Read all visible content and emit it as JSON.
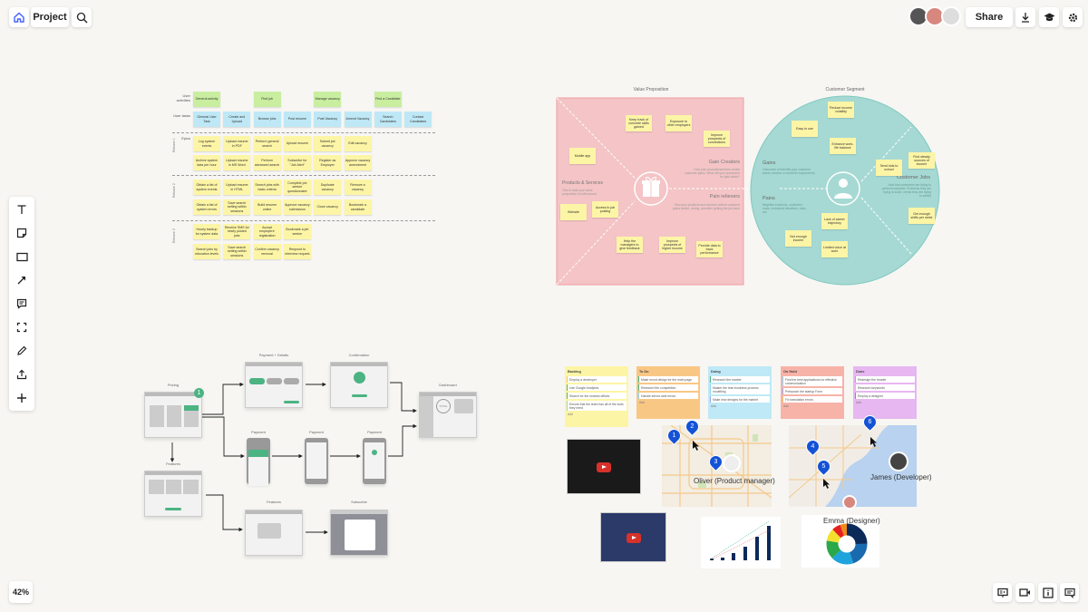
{
  "header": {
    "project_label": "Project",
    "share_label": "Share"
  },
  "zoom_level": "42%",
  "story_map": {
    "labels": {
      "activities": "User activities",
      "tasks": "User tasks",
      "epics": "Epics",
      "release1": "Release 1",
      "release2": "Release 2",
      "release3": "Release 3"
    },
    "activities": [
      "General activity",
      "Find job",
      "Manage vacancy",
      "Find a Candidate"
    ],
    "tasks": [
      "General User Task",
      "Create and Upload",
      "Browse jobs",
      "Post resume",
      "Post Vacancy",
      "Amend Vacancy",
      "Search Candidates",
      "Contact Candidates"
    ],
    "r1a": [
      "Log system events",
      "Upload resume in PDF",
      "Perform general search",
      "Upload resume",
      "Submit job vacancy",
      "Edit vacancy"
    ],
    "r1b": [
      "Archive system data per hour",
      "Upload resume in MS Word",
      "Perform advanced search",
      "Subscribe for \"Job Alert\"",
      "Register as Employer",
      "Approve vacancy amendment"
    ],
    "r2a": [
      "Obtain a list of system events",
      "Upload resume in HTML",
      "Search jobs with basic criteria",
      "Complete job seeker questionnaire",
      "Duplicate vacancy",
      "Remove a vacancy"
    ],
    "r2b": [
      "Obtain a list of system errors",
      "Save search setting within sessions",
      "Build resume online",
      "Approve vacancy submission",
      "Close vacancy",
      "Bookmark a candidate"
    ],
    "r3a": [
      "Hourly backup for system data",
      "Receive SMS for newly posted jobs",
      "Accept employers' registration",
      "Bookmark a job seeker"
    ],
    "r3b": [
      "Search jobs by education levels",
      "Save search setting within sessions",
      "Confirm vacancy removal",
      "Respond to interview request"
    ]
  },
  "value_prop": {
    "title": "Value Proposition",
    "gain_creators": "Gain Creators",
    "gain_creators_desc": "How your products/services create customer gains. What will your customers be glad about?",
    "pain_relievers": "Pain relievers",
    "pain_relievers_desc": "How your products and services relieve customer pains before, during, and after getting the job done",
    "products": "Products & Services",
    "products_desc": "This is what your value proposition is built around",
    "stickies": [
      "Keep track of concrete skills gained",
      "Exposure to other employers",
      "Improve prospects of connections",
      "Mobile app",
      "Website",
      "Access to job posting",
      "Help the managers to give feedback",
      "Improve prospects of higher income",
      "Provide data to track performance"
    ]
  },
  "customer_segment": {
    "title": "Customer Segment",
    "gains": "Gains",
    "gains_desc": "Outcomes of benefits your customer wants, desires or would be surprised by",
    "pains": "Pains",
    "pains_desc": "Negative emotions, undesired costs, undesired situations, risks, etc.",
    "jobs": "Customer Jobs",
    "jobs_desc": "Jobs that customers are trying to perform/complete. Problems they are trying to solve, needs they are trying to satisfy",
    "stickies": [
      "Reduce income volatility",
      "Easy to use",
      "Enhance work-life balance",
      "Send kids to school",
      "Find steady sources of income",
      "Get enough shifts per week",
      "Lack of career trajectory",
      "Not enough income",
      "Limited voice at work"
    ]
  },
  "kanban": {
    "add_label": "Add",
    "columns": [
      {
        "title": "Backlog",
        "color": "#fdf5a6",
        "cards": [
          "Employ a developer",
          "Use Google Analytics",
          "Search for the nearest offices",
          "Ensure that the team has all of the tools they need"
        ]
      },
      {
        "title": "To Do",
        "color": "#f9c784",
        "cards": [
          "Make mood design for the main page",
          "Research the competition",
          "Handle server-side errors"
        ]
      },
      {
        "title": "Doing",
        "color": "#bfe9f6",
        "cards": [
          "Research the market",
          "Master the lean business process modelling",
          "Make new designs for the market"
        ]
      },
      {
        "title": "On Hold",
        "color": "#f7b3a8",
        "cards": [
          "Find the best applications for effective communication",
          "Prelaunch the startup Form",
          "Fix translation errors"
        ]
      },
      {
        "title": "Done",
        "color": "#e6b7f0",
        "cards": [
          "Redesign the header",
          "Research keywords",
          "Employ a designer"
        ]
      }
    ]
  },
  "wireframes": {
    "pricing": "Pricing",
    "features_left": "Features",
    "payment_details": "Payment + Details",
    "confirmation": "Confirmation",
    "dashboard": "Dashboard",
    "payment1": "Payment",
    "payment2": "Payment",
    "payment3": "Payment",
    "features": "Features",
    "subscribe": "Subscribe",
    "badge": "1",
    "total": "TOTAL"
  },
  "collaborators": {
    "oliver": "Oliver (Product manager)",
    "james": "James (Developer)",
    "emma": "Emma (Designer)"
  },
  "pins": [
    "1",
    "2",
    "3",
    "4",
    "5",
    "6"
  ],
  "colors": {
    "accent": "#4262ff",
    "pin": "#1452d6",
    "sticky_yellow": "#fdf5a6",
    "sticky_green": "#c9eea0",
    "sticky_blue": "#bfe8f6",
    "vp_pink": "#f4c4c6",
    "cs_teal": "#a6d9d3",
    "wire_green": "#4cb383"
  }
}
